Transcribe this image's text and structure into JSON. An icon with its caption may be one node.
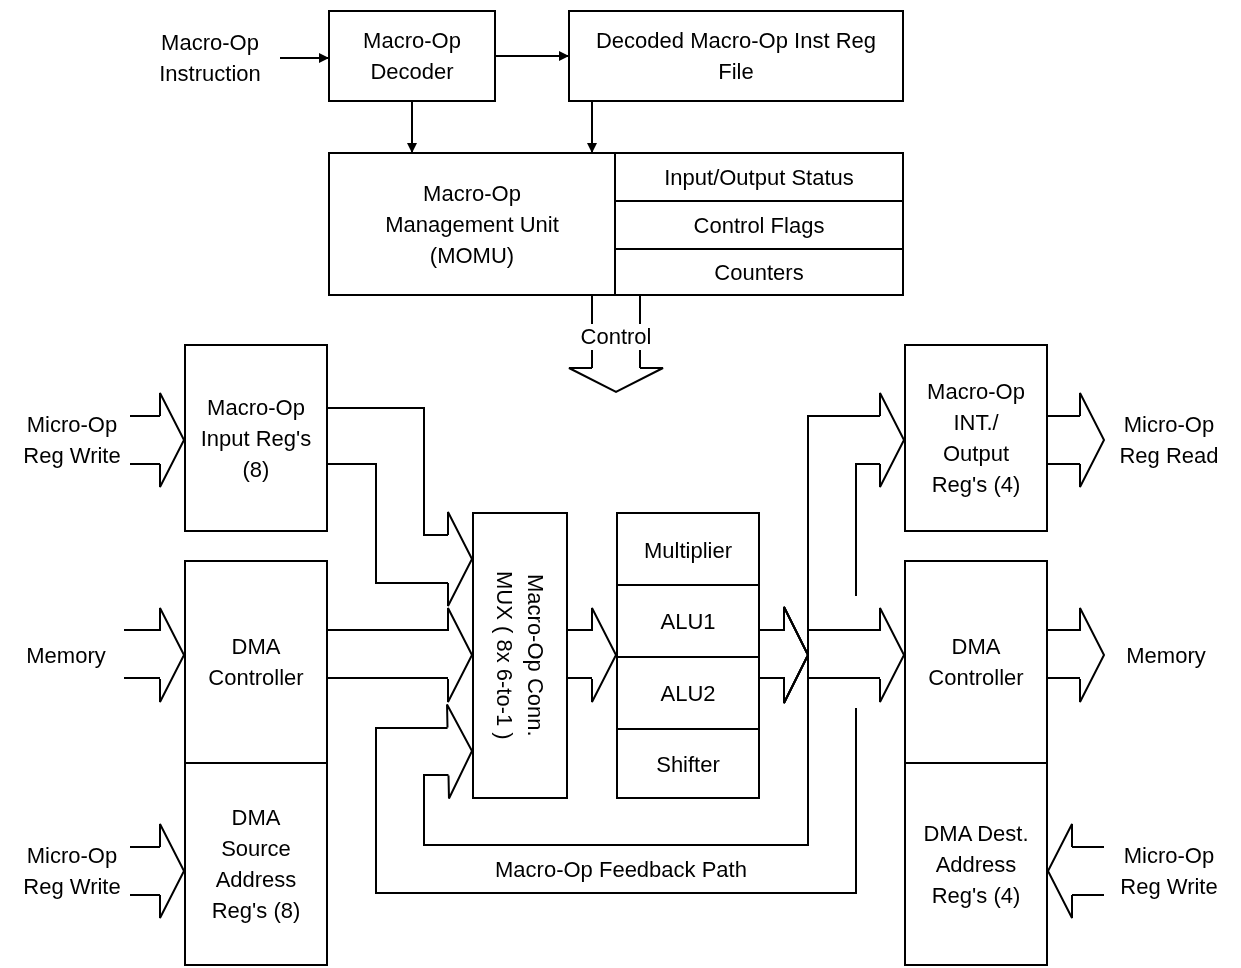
{
  "diagram": {
    "nodes": [
      {
        "text": [
          "Macro-Op Instruction"
        ]
      },
      {
        "text": [
          "Macro-Op Decoder"
        ]
      },
      {
        "text": [
          "Decoded Macro-Op Inst Reg File"
        ]
      },
      {
        "text": [
          "Macro-Op Management Unit (MOMU)"
        ]
      },
      {
        "text": [
          "Input/Output Status"
        ]
      },
      {
        "text": [
          "Control Flags"
        ]
      },
      {
        "text": [
          "Counters"
        ]
      },
      {
        "text": [
          "Micro-Op Reg Write"
        ]
      },
      {
        "text": [
          "Macro-Op Input Reg's (8)"
        ]
      },
      {
        "text": [
          "Memory"
        ]
      },
      {
        "text": [
          "DMA Controller"
        ]
      },
      {
        "text": [
          "DMA Source Address Reg's (8)"
        ]
      },
      {
        "text": [
          "Micro-Op Reg Write"
        ]
      },
      {
        "text": [
          "Macro-Op Conn. MUX ( 8x 6-to-1 )"
        ]
      },
      {
        "text": [],
        "shape": "box"
      },
      {
        "text": [
          "Multiplier"
        ],
        "in": 14
      },
      {
        "text": [
          "ALU1"
        ],
        "in": 14
      },
      {
        "text": [
          "ALU2"
        ],
        "in": 14
      },
      {
        "text": [
          "Shifter"
        ],
        "in": 14
      },
      {
        "text": [
          "Macro-Op INT./ Output Reg's (4)"
        ]
      },
      {
        "text": [
          "Micro-Op Reg Read"
        ]
      },
      {
        "text": [
          "DMA Controller"
        ]
      },
      {
        "text": [
          "Memory"
        ]
      },
      {
        "text": [
          "DMA Dest. Address Reg's (4)"
        ]
      },
      {
        "text": [
          "Micro-Op Reg Write"
        ]
      }
    ],
    "edges": [
      {
        "from": 0,
        "to": 1,
        "arrow": "to"
      },
      {
        "from": 1,
        "to": 2,
        "arrow": "to"
      },
      {
        "from": 1,
        "to": 3,
        "arrow": "to"
      },
      {
        "from": 2,
        "to": 3,
        "arrow": "to"
      },
      {
        "from": 3,
        "to": null,
        "arrow": "to",
        "label": "Control"
      },
      {
        "from": 7,
        "to": 8,
        "arrow": "to"
      },
      {
        "from": 8,
        "to": 13,
        "arrow": "to"
      },
      {
        "from": 9,
        "to": 10,
        "arrow": "to"
      },
      {
        "from": 10,
        "to": 13,
        "arrow": "to"
      },
      {
        "from": 12,
        "to": 11,
        "arrow": "to"
      },
      {
        "from": 13,
        "to": 14,
        "arrow": "to"
      },
      {
        "from": 14,
        "to": 19,
        "arrow": "to"
      },
      {
        "from": 14,
        "to": 21,
        "arrow": "to"
      },
      {
        "from": 14,
        "to": 13,
        "arrow": "to",
        "label": "Macro-Op Feedback Path"
      },
      {
        "from": 19,
        "to": 20,
        "arrow": "to"
      },
      {
        "from": 21,
        "to": 22,
        "arrow": "to"
      },
      {
        "from": 24,
        "to": 23,
        "arrow": "to"
      }
    ]
  }
}
